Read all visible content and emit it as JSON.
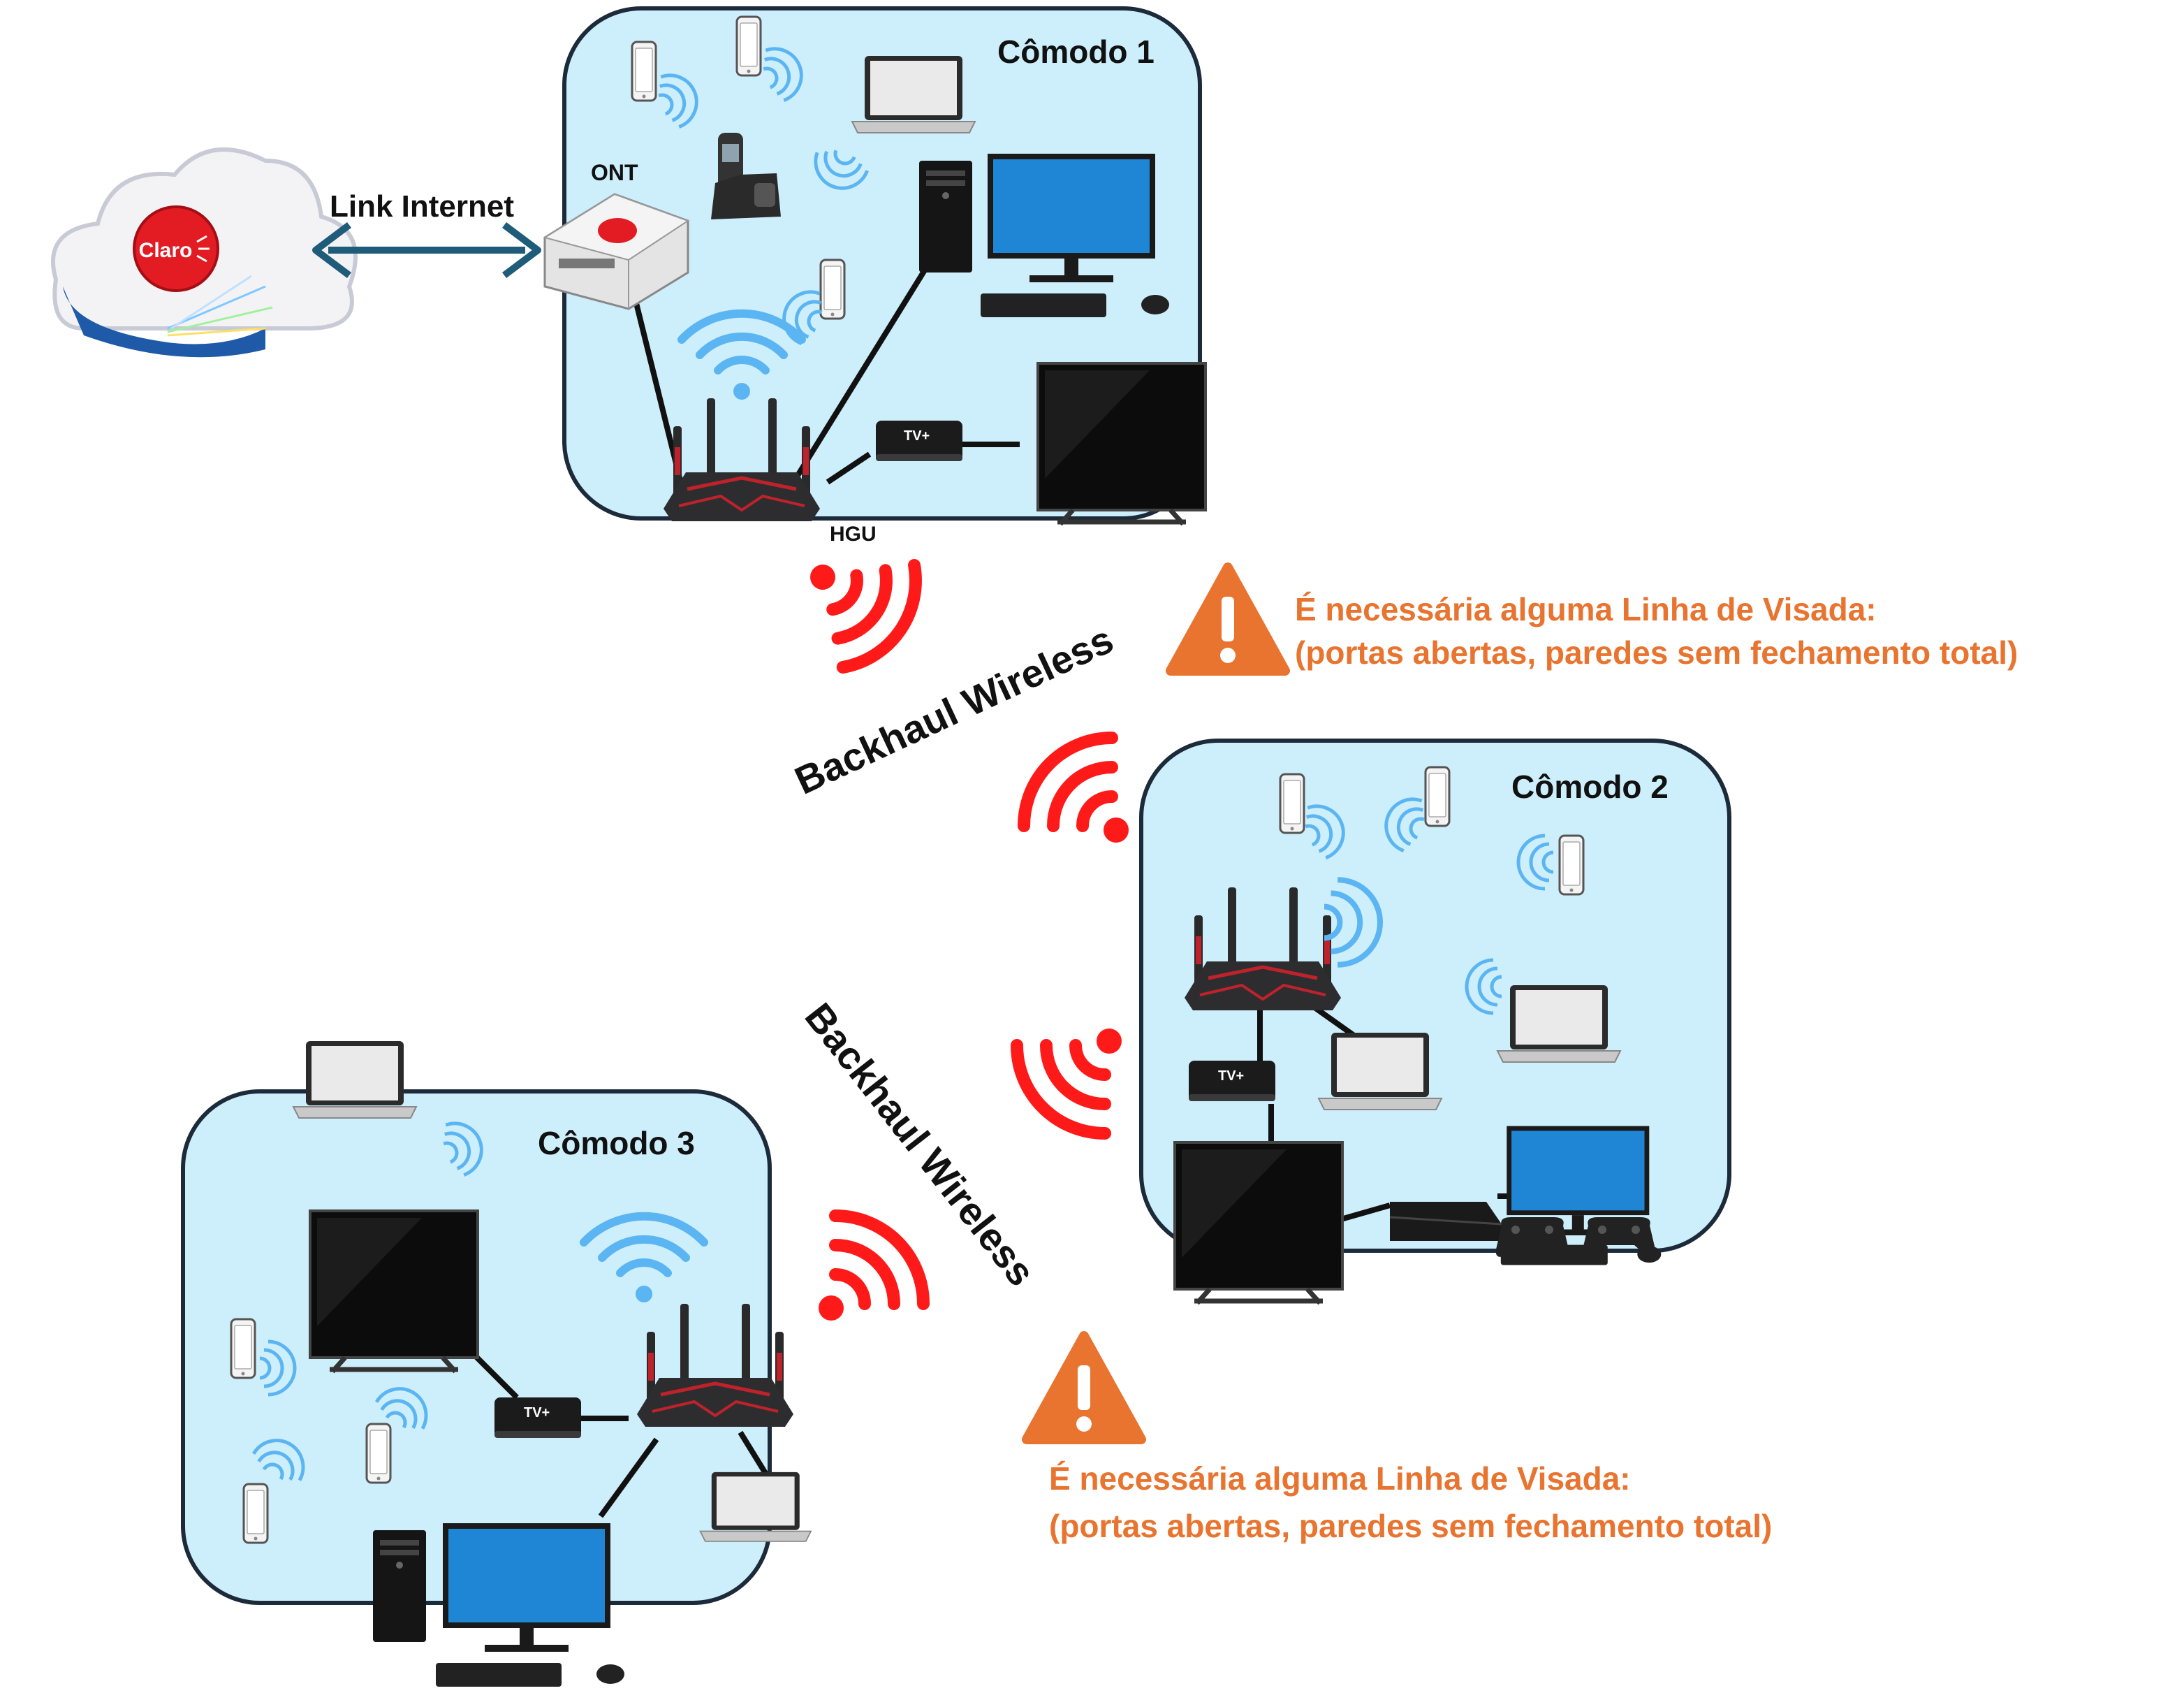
{
  "rooms": {
    "room1": "Cômodo 1",
    "room2": "Cômodo 2",
    "room3": "Cômodo 3"
  },
  "labels": {
    "link": "Link Internet",
    "ont": "ONT",
    "hgu": "HGU",
    "claro": "Claro",
    "tvplus": "TV+",
    "backhaul": "Backhaul Wireless"
  },
  "warning": {
    "line1": "É necessária alguma Linha de Visada:",
    "line2": "(portas abertas, paredes sem fechamento total)"
  },
  "colors": {
    "room_fill": "#cdeefb",
    "room_stroke": "#1c2a3a",
    "warning": "#e8742f",
    "wifi_client": "#5bb5f2",
    "wifi_backhaul": "#ff1a1a",
    "link_arrow": "#1f5c7a"
  }
}
